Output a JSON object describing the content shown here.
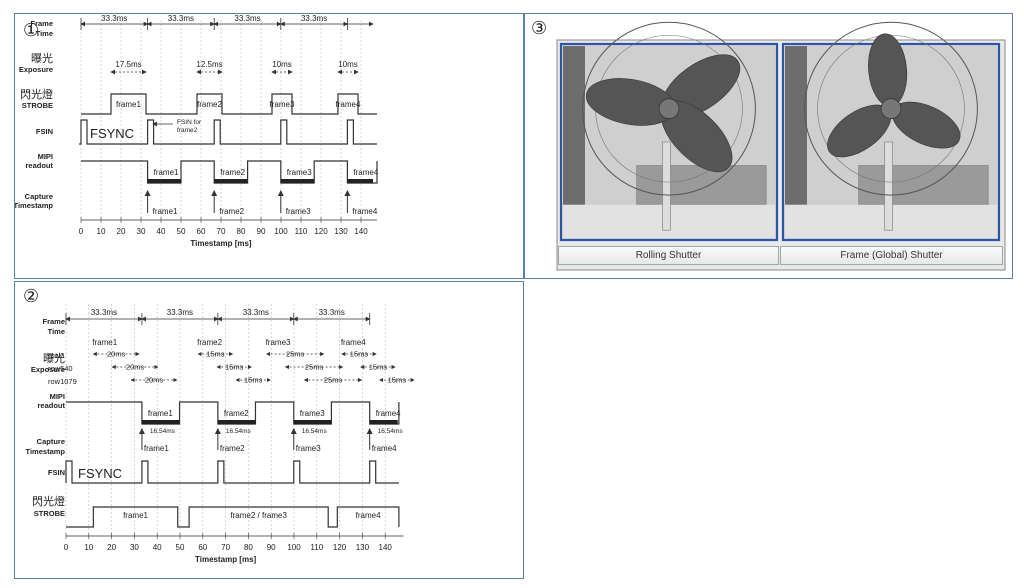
{
  "panel1": {
    "number": "①",
    "labels": {
      "frame_time": [
        "Frame",
        "Time"
      ],
      "exposure_zh": "曝光",
      "exposure": "Exposure",
      "strobe_zh": "閃光燈",
      "strobe": "STROBE",
      "fsin": "FSIN",
      "fsync": "FSYNC",
      "mipi": [
        "MIPI",
        "readout"
      ],
      "capture": [
        "Capture",
        "Timestamp"
      ]
    },
    "frame_periods": [
      "33.3ms",
      "33.3ms",
      "33.3ms",
      "33.3ms"
    ],
    "exposure_durations": [
      "17.5ms",
      "12.5ms",
      "10ms",
      "10ms"
    ],
    "strobe_frames": [
      "frame1",
      "frame2",
      "frame3",
      "frame4"
    ],
    "fsin_note": [
      "FSIN for",
      "frame2"
    ],
    "mipi_frames": [
      "frame1",
      "frame2",
      "frame3",
      "frame4"
    ],
    "capture_frames": [
      "frame1",
      "frame2",
      "frame3",
      "frame4"
    ],
    "axis_ticks": [
      "0",
      "10",
      "20",
      "30",
      "40",
      "50",
      "60",
      "70",
      "80",
      "90",
      "100",
      "110",
      "120",
      "130",
      "140"
    ],
    "axis_label": "Timestamp [ms]"
  },
  "panel2": {
    "number": "②",
    "labels": {
      "frame_time": [
        "Frame",
        "Time"
      ],
      "exposure_zh": "曝光",
      "exposure": "Exposure",
      "rows": [
        "row0",
        "row540",
        "row1079"
      ],
      "mipi": [
        "MIPI",
        "readout"
      ],
      "capture": [
        "Capture",
        "Timestamp"
      ],
      "fsin": "FSIN",
      "fsync": "FSYNC",
      "strobe_zh": "閃光燈",
      "strobe": "STROBE"
    },
    "frame_periods": [
      "33.3ms",
      "33.3ms",
      "33.3ms",
      "33.3ms"
    ],
    "exposure_frames": [
      "frame1",
      "frame2",
      "frame3",
      "frame4"
    ],
    "exposure_durations": [
      "20ms",
      "15ms",
      "25ms",
      "15ms"
    ],
    "mipi_frames": [
      "frame1",
      "frame2",
      "frame3",
      "frame4"
    ],
    "mipi_duration": "16.54ms",
    "capture_frames": [
      "frame1",
      "frame2",
      "frame3",
      "frame4"
    ],
    "strobe_frames": [
      "frame1",
      "frame2 / frame3",
      "frame4"
    ],
    "axis_ticks": [
      "0",
      "10",
      "20",
      "30",
      "40",
      "50",
      "60",
      "70",
      "80",
      "90",
      "100",
      "110",
      "120",
      "130",
      "140"
    ],
    "axis_label": "Timestamp [ms]"
  },
  "panel3": {
    "number": "③",
    "captions": [
      "Rolling Shutter",
      "Frame (Global) Shutter"
    ]
  },
  "colors": {
    "border": "#5b7fa6",
    "signal": "#333333",
    "readout_bar": "#222222",
    "photo_frame": "#2b56a8"
  }
}
